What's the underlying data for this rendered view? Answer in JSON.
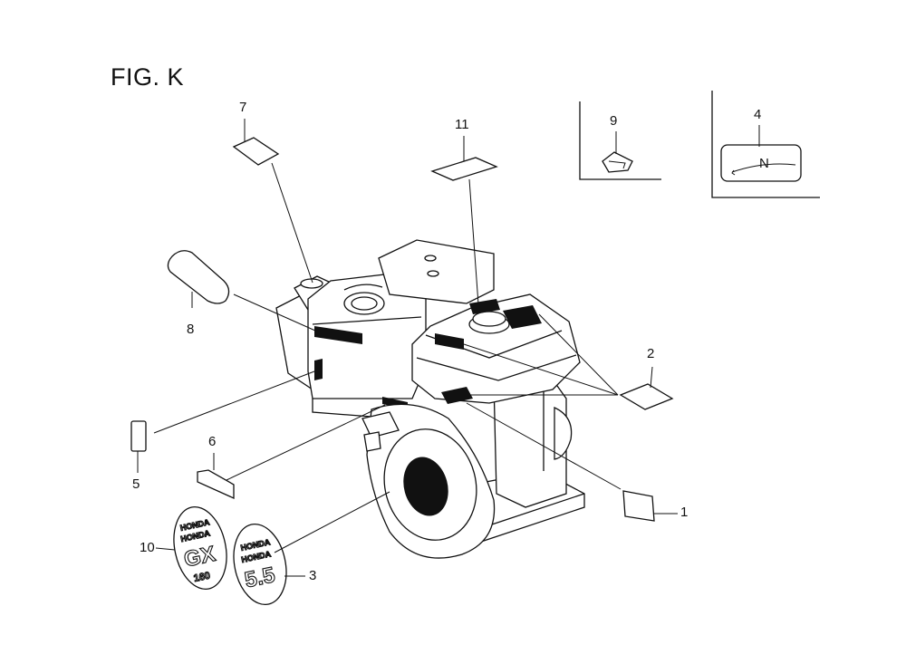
{
  "figure": {
    "title": "FIG. K",
    "callouts": [
      {
        "id": "c1",
        "label": "1"
      },
      {
        "id": "c2",
        "label": "2"
      },
      {
        "id": "c3",
        "label": "3"
      },
      {
        "id": "c4",
        "label": "4"
      },
      {
        "id": "c5",
        "label": "5"
      },
      {
        "id": "c6",
        "label": "6"
      },
      {
        "id": "c7",
        "label": "7"
      },
      {
        "id": "c8",
        "label": "8"
      },
      {
        "id": "c9",
        "label": "9"
      },
      {
        "id": "c10",
        "label": "10"
      },
      {
        "id": "c11",
        "label": "11"
      }
    ],
    "emblems": {
      "gx": {
        "brand_top": "HONDA",
        "brand_bottom": "HONDA",
        "model": "GX",
        "number": "160"
      },
      "hp": {
        "brand_top": "HONDA",
        "brand_bottom": "HONDA",
        "model": "5.5"
      }
    },
    "inset_label": "N"
  }
}
